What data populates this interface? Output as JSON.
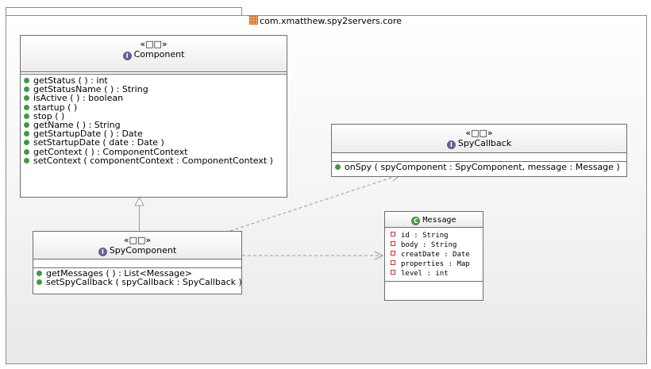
{
  "package": {
    "name": "com.xmatthew.spy2servers.core",
    "icon": "package-icon"
  },
  "classes": {
    "component": {
      "stereotype": "«□□»",
      "name": "Component",
      "kind": "interface",
      "operations": [
        "getStatus ( ) : int",
        "getStatusName ( ) : String",
        "isActive ( ) : boolean",
        "startup ( )",
        "stop ( )",
        "getName ( ) : String",
        "getStartupDate ( ) : Date",
        "setStartupDate ( date : Date )",
        "getContext ( ) : ComponentContext",
        "setContext ( componentContext : ComponentContext )"
      ]
    },
    "spy_callback": {
      "stereotype": "«□□»",
      "name": "SpyCallback",
      "kind": "interface",
      "operations": [
        "onSpy ( spyComponent : SpyComponent, message : Message )"
      ]
    },
    "spy_component": {
      "stereotype": "«□□»",
      "name": "SpyComponent",
      "kind": "interface",
      "operations": [
        "getMessages ( ) : List<Message>",
        "setSpyCallback ( spyCallback : SpyCallback )"
      ]
    },
    "message": {
      "name": "Message",
      "kind": "class",
      "attributes": [
        "id : String",
        "body : String",
        "creatDate : Date",
        "properties : Map",
        "level : int"
      ]
    }
  },
  "icons": {
    "interface": "interface-icon",
    "class": "class-icon",
    "operation": "public-operation-icon",
    "attribute": "private-attribute-icon"
  },
  "colors": {
    "interface_icon": "#6b5c99",
    "class_icon": "#3f9a3f",
    "operation_dot": "#3f9a3f",
    "attribute_marker": "#d12b2b",
    "package_icon": "#d9671a",
    "border": "#6e6e6e",
    "connector": "#9a9a9a"
  }
}
